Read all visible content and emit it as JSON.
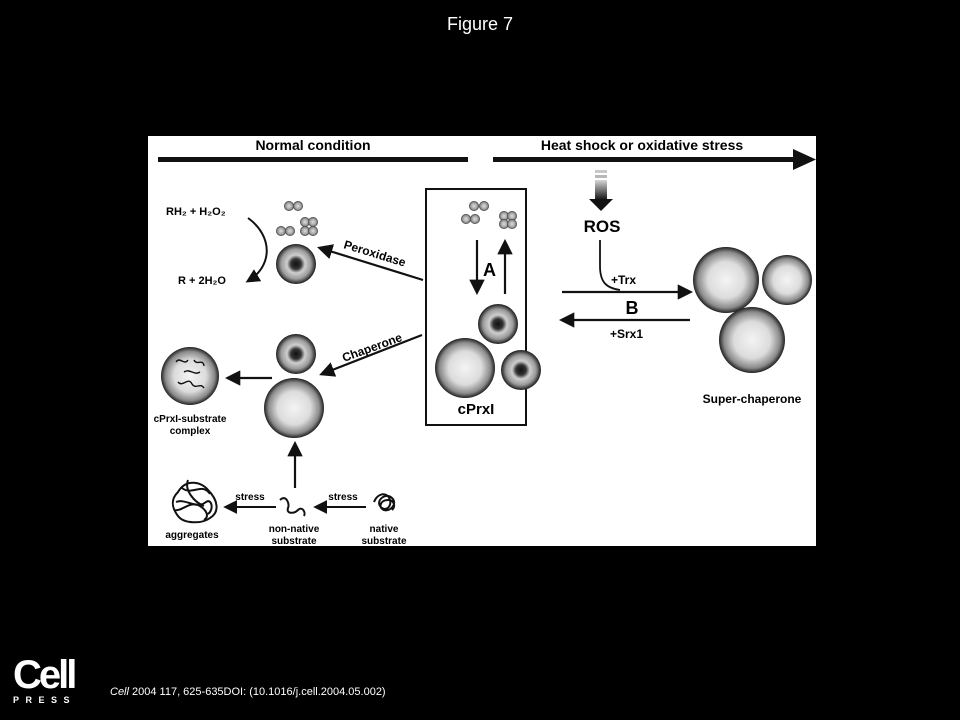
{
  "figure_title": "Figure 7",
  "diagram": {
    "normal_condition": "Normal condition",
    "stress_condition": "Heat shock or oxidative stress",
    "peroxidase_reaction_top": "RH₂ + H₂O₂",
    "peroxidase_reaction_bottom": "R + 2H₂O",
    "peroxidase_label": "Peroxidase",
    "chaperone_label": "Chaperone",
    "arrow_a_label": "A",
    "cprxi_label": "cPrxI",
    "ros_label": "ROS",
    "trx_label": "+Trx",
    "arrow_b_label": "B",
    "srx1_label": "+Srx1",
    "super_chaperone_label": "Super-chaperone",
    "complex_label_line1": "cPrxI-substrate",
    "complex_label_line2": "complex",
    "aggregates_label": "aggregates",
    "stress_label_left": "stress",
    "stress_label_right": "stress",
    "non_native_line1": "non-native",
    "non_native_line2": "substrate",
    "native_line1": "native",
    "native_line2": "substrate"
  },
  "logo": {
    "word": "Cell",
    "press": "PRESS"
  },
  "citation": {
    "journal": "Cell",
    "details": " 2004 117, 625-635DOI: (10.1016/j.cell.2004.05.002)"
  }
}
